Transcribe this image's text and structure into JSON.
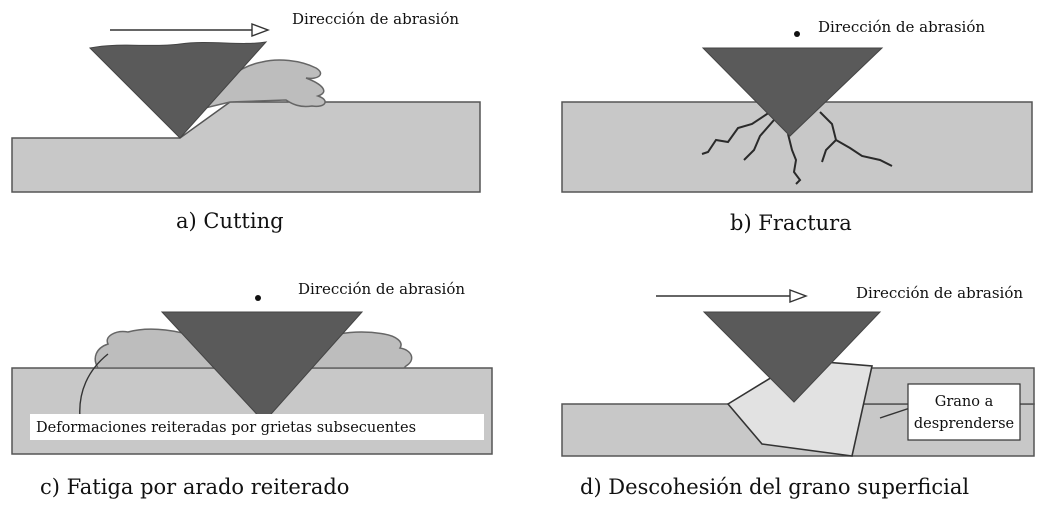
{
  "panels": [
    {
      "id": "a",
      "direction_label": "Dirección de abrasión",
      "caption": "a) Cutting"
    },
    {
      "id": "b",
      "direction_label": "Dirección de abrasión",
      "caption": "b) Fractura"
    },
    {
      "id": "c",
      "direction_label": "Dirección de abrasión",
      "caption": "c) Fatiga por arado reiterado",
      "annotation": "Deformaciones reiteradas por grietas subsecuentes"
    },
    {
      "id": "d",
      "direction_label": "Dirección de abrasión",
      "caption": "d) Descohesión del grano superficial",
      "annotation_line1": "Grano a",
      "annotation_line2": "desprenderse"
    }
  ],
  "colors": {
    "surface": "#c8c8c8",
    "surface_edge": "#555555",
    "indenter": "#5a5a5a",
    "debris": "#bdbdbd",
    "grain": "#e2e2e2",
    "line": "#333333"
  }
}
